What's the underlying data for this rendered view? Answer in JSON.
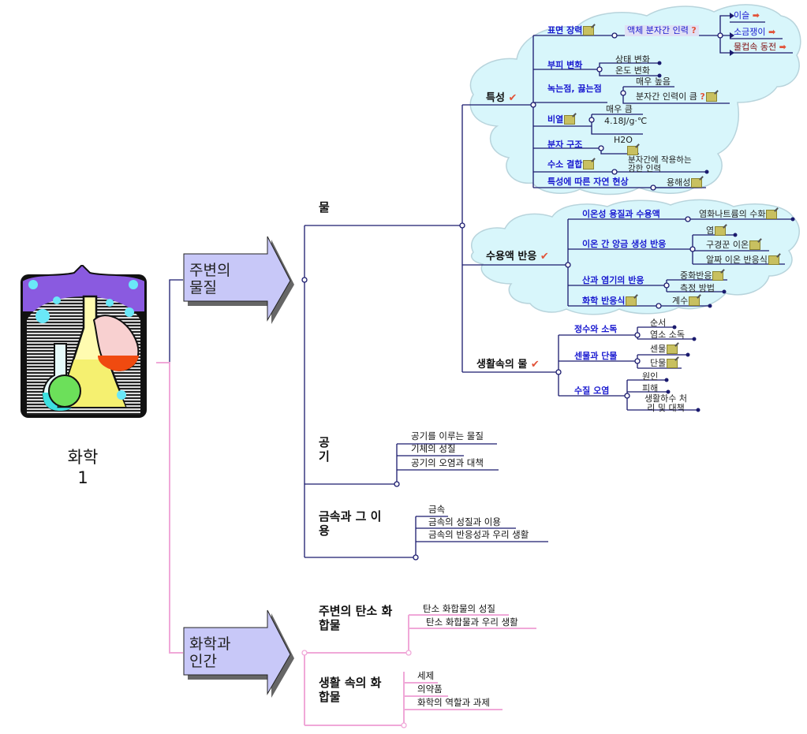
{
  "central": {
    "line1": "화학",
    "line2": "1"
  },
  "main_branches": [
    {
      "line1": "주변의",
      "line2": "물질"
    },
    {
      "line1": "화학과",
      "line2": "인간"
    }
  ],
  "water": {
    "label": "물",
    "properties": {
      "label": "특성",
      "items": [
        {
          "label": "표면 장력",
          "detail": "액체 분자간 인력",
          "examples": [
            "이슬",
            "소금쟁이",
            "물컵속 동전"
          ]
        },
        {
          "label": "부피 변화",
          "children": [
            "상태 변화",
            "온도 변화"
          ]
        },
        {
          "label": "녹는점, 끓는점",
          "children": [
            "매우 높음",
            "분자간 인력이 큼"
          ]
        },
        {
          "label": "비열",
          "children": [
            "매우 큼",
            "4.18J/g·℃"
          ]
        },
        {
          "label": "분자 구조",
          "children": [
            "H2O"
          ]
        },
        {
          "label": "수소 결합",
          "children": [
            "분자간에 작용하는 강한 인력"
          ]
        },
        {
          "label": "특성에 따른 자연 현상",
          "children": [
            "용해성"
          ]
        }
      ]
    },
    "solution": {
      "label": "수용액 반응",
      "items": [
        {
          "label": "이온성 용질과 수용액",
          "children": [
            "염화나트륨의 수화"
          ]
        },
        {
          "label": "이온 간 앙금 생성 반응",
          "children": [
            "염",
            "구경꾼 이온",
            "알짜 이온 반응식"
          ]
        },
        {
          "label": "산과 염기의 반응",
          "children": [
            "중화반응",
            "측정 방법"
          ]
        },
        {
          "label": "화학 반응식",
          "children": [
            "계수"
          ]
        }
      ]
    },
    "life": {
      "label": "생활속의 물",
      "items": [
        {
          "label": "정수와 소독",
          "children": [
            "순서",
            "염소 소독"
          ]
        },
        {
          "label": "센물과 단물",
          "children": [
            "센물",
            "단물"
          ]
        },
        {
          "label": "수질 오염",
          "children": [
            "원인",
            "피해",
            "생활하수 처리 및 대책"
          ]
        }
      ]
    }
  },
  "air": {
    "label": "공기",
    "children": [
      "공기를 이루는 물질",
      "기체의 성질",
      "공기의 오염과 대책"
    ]
  },
  "metal": {
    "label": "금속과 그 이용",
    "children": [
      "금속",
      "금속의 성질과 이용",
      "금속의 반응성과 우리 생활"
    ]
  },
  "carbon": {
    "label": "주변의 탄소 화합물",
    "children": [
      "탄소 화합물의 성질",
      "탄소 화합물과 우리 생활"
    ]
  },
  "daily": {
    "label": "생활 속의 화합물",
    "children": [
      "세제",
      "의약품",
      "화학의 역할과 과제"
    ]
  },
  "icons": {
    "check": "check-mark-icon",
    "question": "question-mark-icon",
    "note": "note-icon",
    "arrow": "right-arrow-icon"
  },
  "colors": {
    "navy_line": "#1a1a6e",
    "pink_line": "#f0a8d8",
    "cloud": "#d8f6fb",
    "arrow_fill": "#c8c8f8",
    "sub_text": "#1a1ad0",
    "accent": "#e2543a"
  }
}
